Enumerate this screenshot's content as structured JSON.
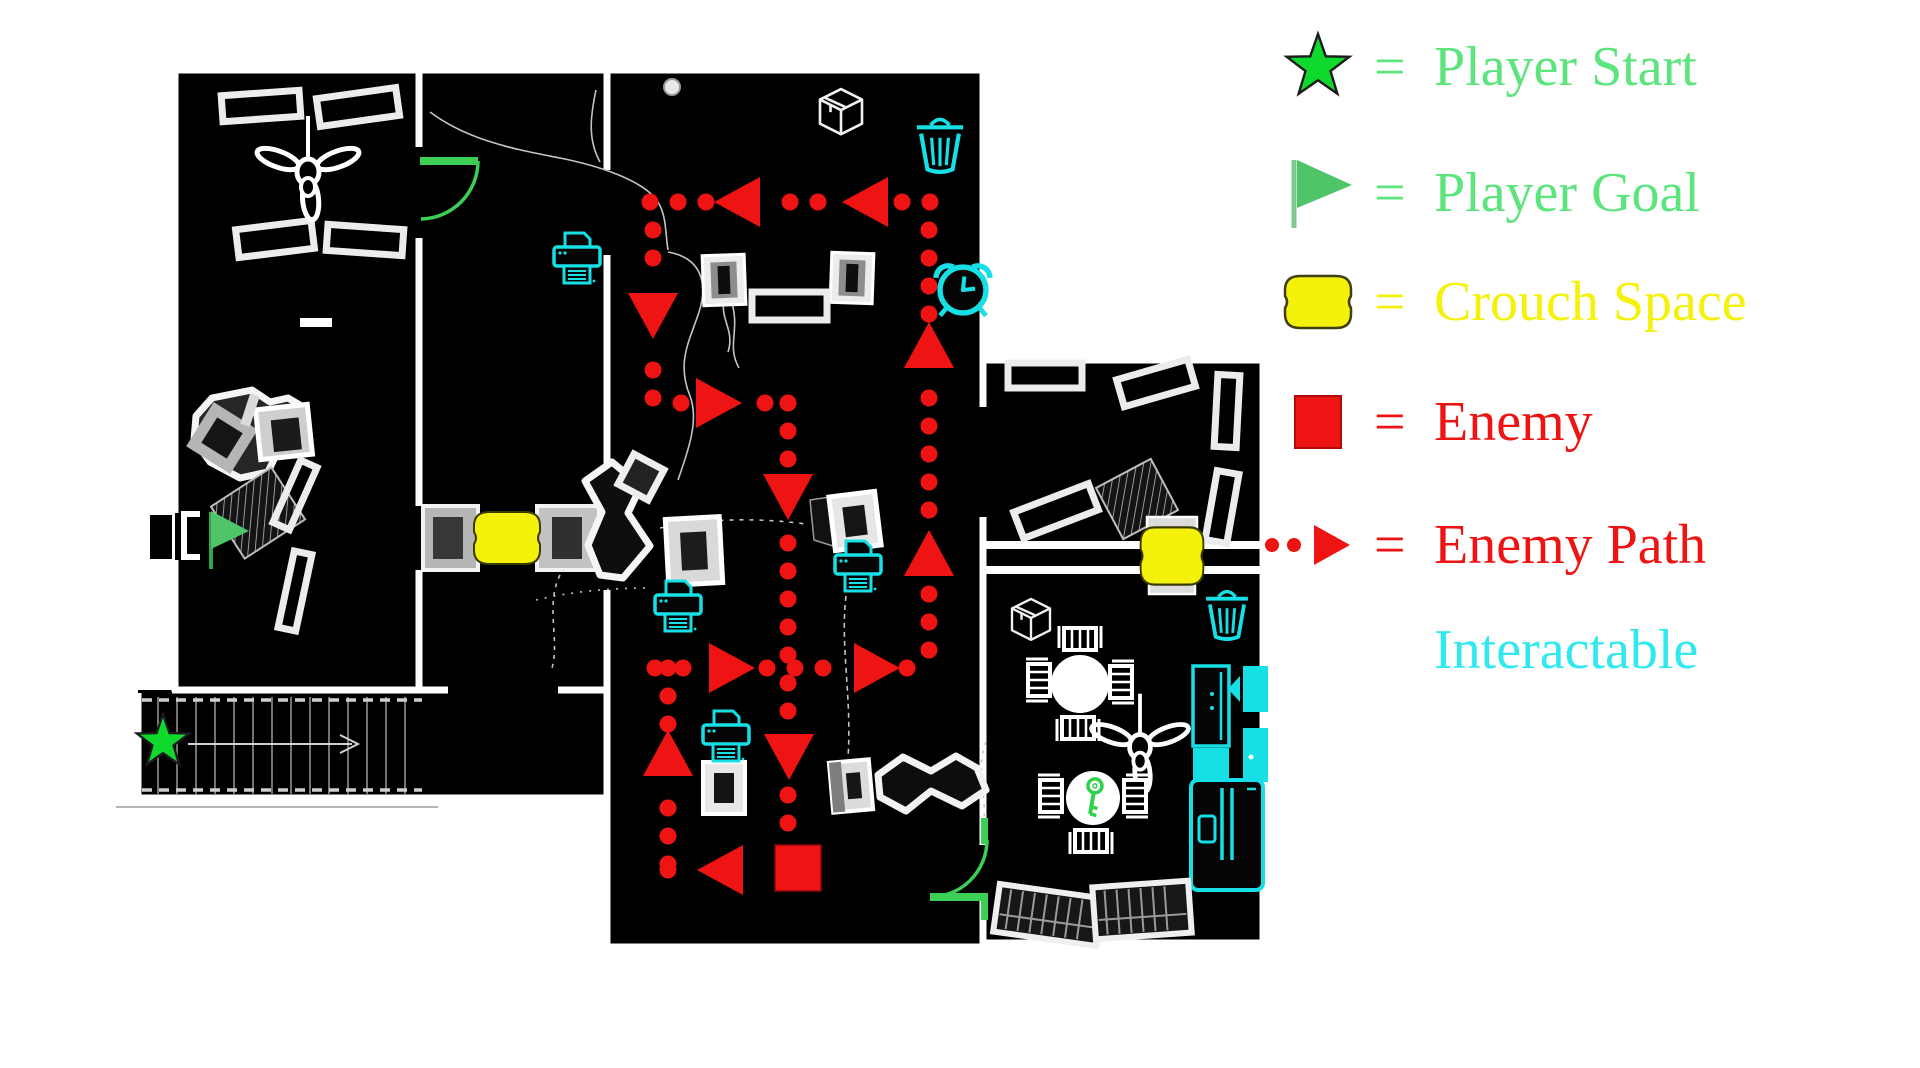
{
  "legend": {
    "items": [
      {
        "icon": "star-icon",
        "eq": "=",
        "label": "Player Start",
        "color": "#5ce47d"
      },
      {
        "icon": "flag-icon",
        "eq": "=",
        "label": "Player Goal",
        "color": "#5ce47d"
      },
      {
        "icon": "crouch-icon",
        "eq": "=",
        "label": "Crouch Space",
        "color": "#f4f10b"
      },
      {
        "icon": "enemy-icon",
        "eq": "=",
        "label": "Enemy",
        "color": "#ee1414"
      },
      {
        "icon": "enemy-path-icon",
        "eq": "=",
        "label": "Enemy Path",
        "color": "#ee1414"
      },
      {
        "icon": "none",
        "eq": "",
        "label": "Interactable",
        "color": "#2fe9ef"
      }
    ]
  },
  "colors": {
    "start_green": "#10d92e",
    "goal_green": "#4fc468",
    "crouch_yellow": "#f4f10b",
    "enemy_red": "#ee1414",
    "interactable_cyan": "#17dfe6",
    "door_green": "#3bcf55",
    "key_green": "#2fd24a"
  },
  "map": {
    "markers": {
      "player_start_count": 1,
      "player_goal_count": 1,
      "crouch_space_count": 2,
      "enemy_count": 1
    },
    "interactables": [
      "printer",
      "printer",
      "printer",
      "printer",
      "trash-can",
      "trash-can",
      "alarm-clock",
      "locker",
      "cabinet-door",
      "cabinet",
      "fridge"
    ]
  }
}
